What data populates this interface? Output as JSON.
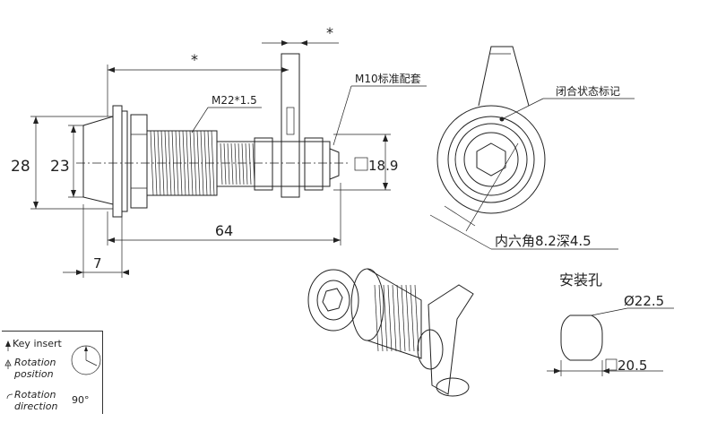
{
  "side_view": {
    "dim_overall_length_marker": "*",
    "dim_cam_marker": "*",
    "thread_label": "M22*1.5",
    "nut_label": "M10标准配套",
    "dim_height_outer": "28",
    "dim_height_inner": "23",
    "dim_body_length": "64",
    "dim_flange": "7",
    "dim_square": "18.9"
  },
  "front_view": {
    "closed_mark_label": "闭合状态标记",
    "hex_socket_label": "内六角8.2深4.5"
  },
  "mounting_hole": {
    "title": "安装孔",
    "diameter_label": "Ø22.5",
    "flat_label": "20.5"
  },
  "legend": {
    "key_insert": "Key insert",
    "rotation_position_line1": "Rotation",
    "rotation_position_line2": "position",
    "rotation_direction_line1": "Rotation",
    "rotation_direction_line2": "direction",
    "angle": "90°"
  },
  "colors": {
    "line": "#222222",
    "background": "#ffffff"
  }
}
